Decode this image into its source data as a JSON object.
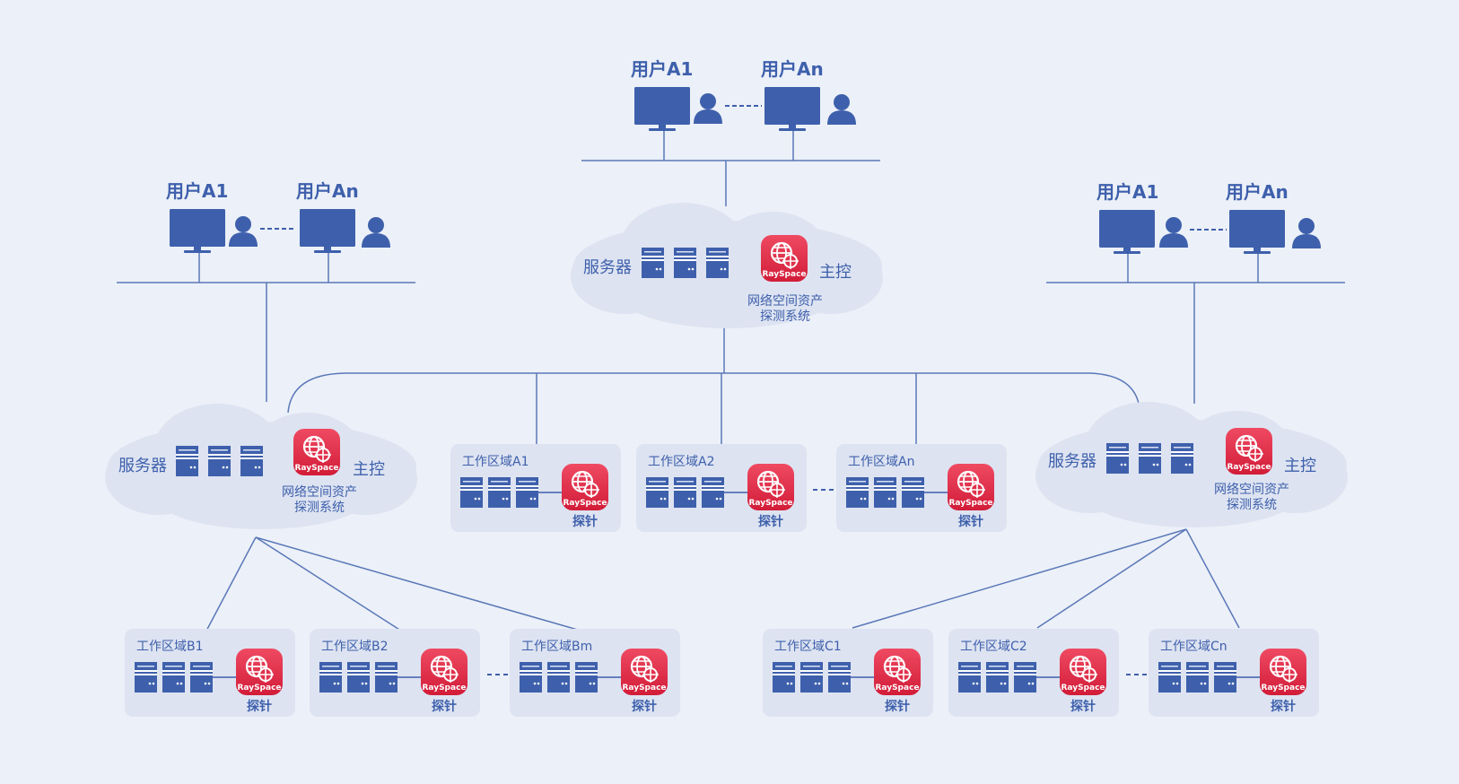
{
  "colors": {
    "background": "#ecf0f8",
    "cloud": "#dde3f1",
    "zone_box": "#dde3f1",
    "primary_blue": "#3e60ac",
    "line": "#5a78b8",
    "raysign_red": "#e0314b"
  },
  "users": {
    "top": {
      "label_first": "用户A1",
      "label_last": "用户An"
    },
    "left": {
      "label_first": "用户A1",
      "label_last": "用户An"
    },
    "right": {
      "label_first": "用户A1",
      "label_last": "用户An"
    }
  },
  "clouds": {
    "center": {
      "servers_label": "服务器",
      "master_label": "主控",
      "system_line1": "网络空间资产",
      "system_line2": "探测系统"
    },
    "left": {
      "servers_label": "服务器",
      "master_label": "主控",
      "system_line1": "网络空间资产",
      "system_line2": "探测系统"
    },
    "right": {
      "servers_label": "服务器",
      "master_label": "主控",
      "system_line1": "网络空间资产",
      "system_line2": "探测系统"
    }
  },
  "raysign_logo_text": "RaySpace",
  "probe_label": "探针",
  "zones": {
    "a1": "工作区域A1",
    "a2": "工作区域A2",
    "an": "工作区域An",
    "b1": "工作区域B1",
    "b2": "工作区域B2",
    "bm": "工作区域Bm",
    "c1": "工作区域C1",
    "c2": "工作区域C2",
    "cn": "工作区域Cn"
  }
}
